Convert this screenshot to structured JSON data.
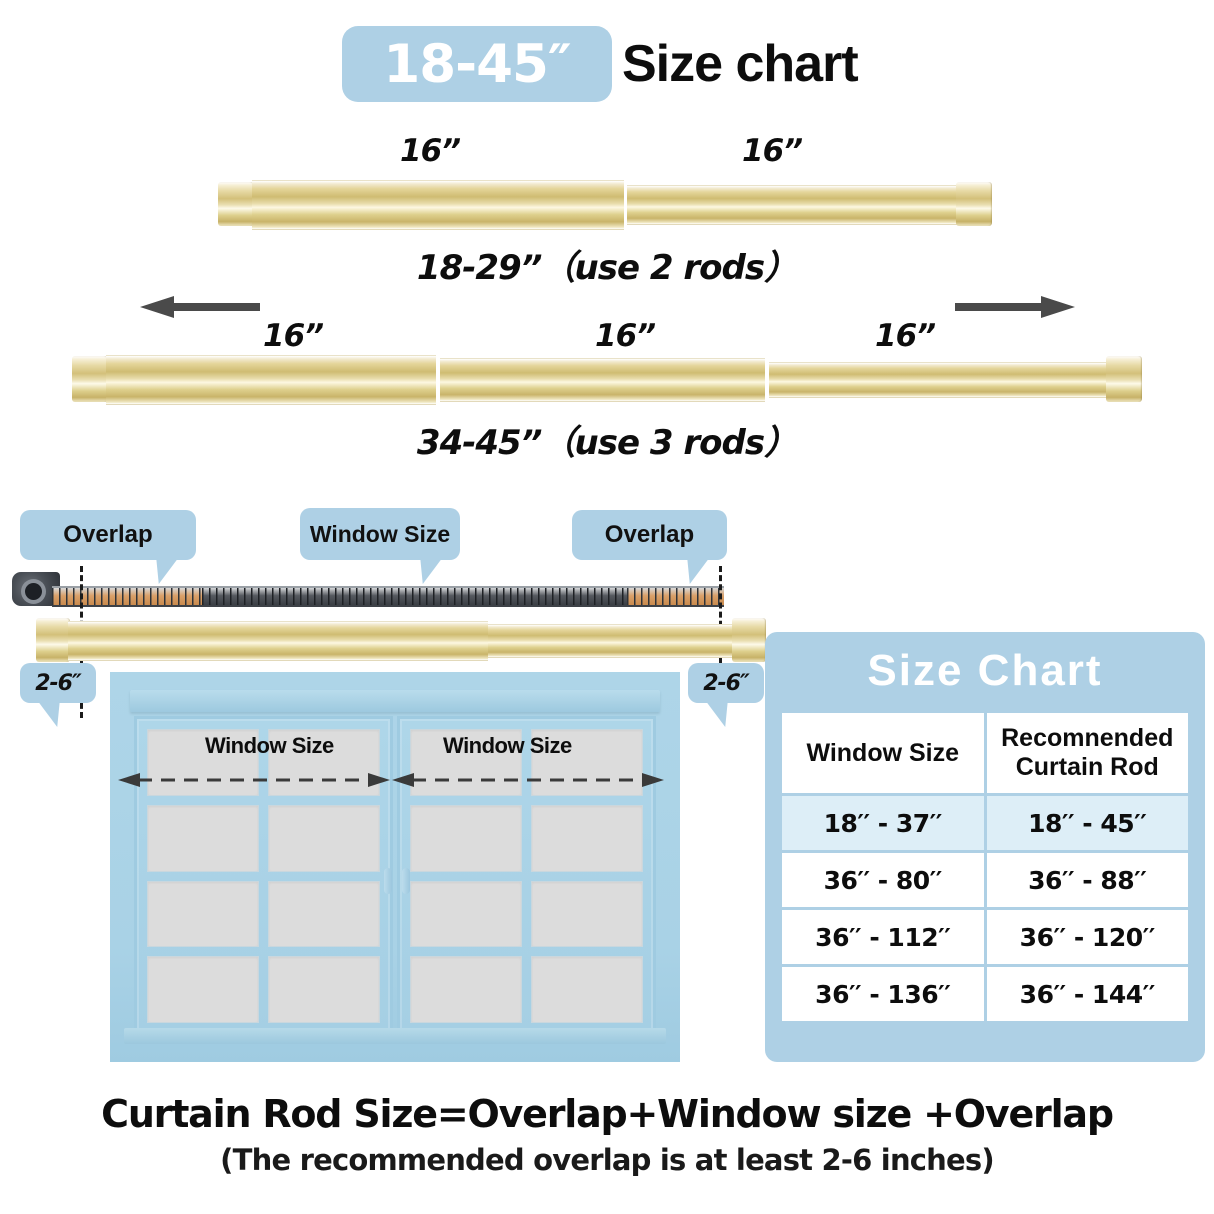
{
  "header": {
    "badge": "18-45″",
    "title": "Size chart"
  },
  "two_rod": {
    "segment_labels": [
      "16”",
      "16”"
    ],
    "caption": "18-29”（use 2 rods）"
  },
  "three_rod": {
    "segment_labels": [
      "16”",
      "16”",
      "16”"
    ],
    "caption": "34-45”（use 3 rods）",
    "arrow_left": "left-arrow-icon",
    "arrow_right": "right-arrow-icon"
  },
  "overlap_diagram": {
    "bubbles": [
      {
        "label": "Overlap"
      },
      {
        "label": "Window Size"
      },
      {
        "label": "Overlap"
      }
    ],
    "overlap_left": "2-6″",
    "overlap_right": "2-6″",
    "tape_icon": "tape-measure-icon"
  },
  "window": {
    "label_left": "Window Size",
    "label_right": "Window Size"
  },
  "chart_data": {
    "type": "table",
    "title": "Size Chart",
    "columns": [
      "Window Size",
      "Recomnended Curtain Rod"
    ],
    "rows": [
      {
        "window_size": "18′′ - 37′′",
        "recommended_rod": "18′′ - 45′′",
        "highlighted": true
      },
      {
        "window_size": "36′′ - 80′′",
        "recommended_rod": "36′′ - 88′′",
        "highlighted": false
      },
      {
        "window_size": "36′′ - 112′′",
        "recommended_rod": "36′′ - 120′′",
        "highlighted": false
      },
      {
        "window_size": "36′′ - 136′′",
        "recommended_rod": "36′′ - 144′′",
        "highlighted": false
      }
    ]
  },
  "footer": {
    "formula": "Curtain Rod Size=Overlap+Window size +Overlap",
    "note": "(The recommended overlap is at least 2-6 inches)"
  },
  "colors": {
    "accent_blue": "#aed0e5",
    "pale_blue": "#ddeef7",
    "window_blue": "#a9d2e6",
    "gold": "#d3c07a",
    "arrow_gray": "#4a4a4a"
  }
}
